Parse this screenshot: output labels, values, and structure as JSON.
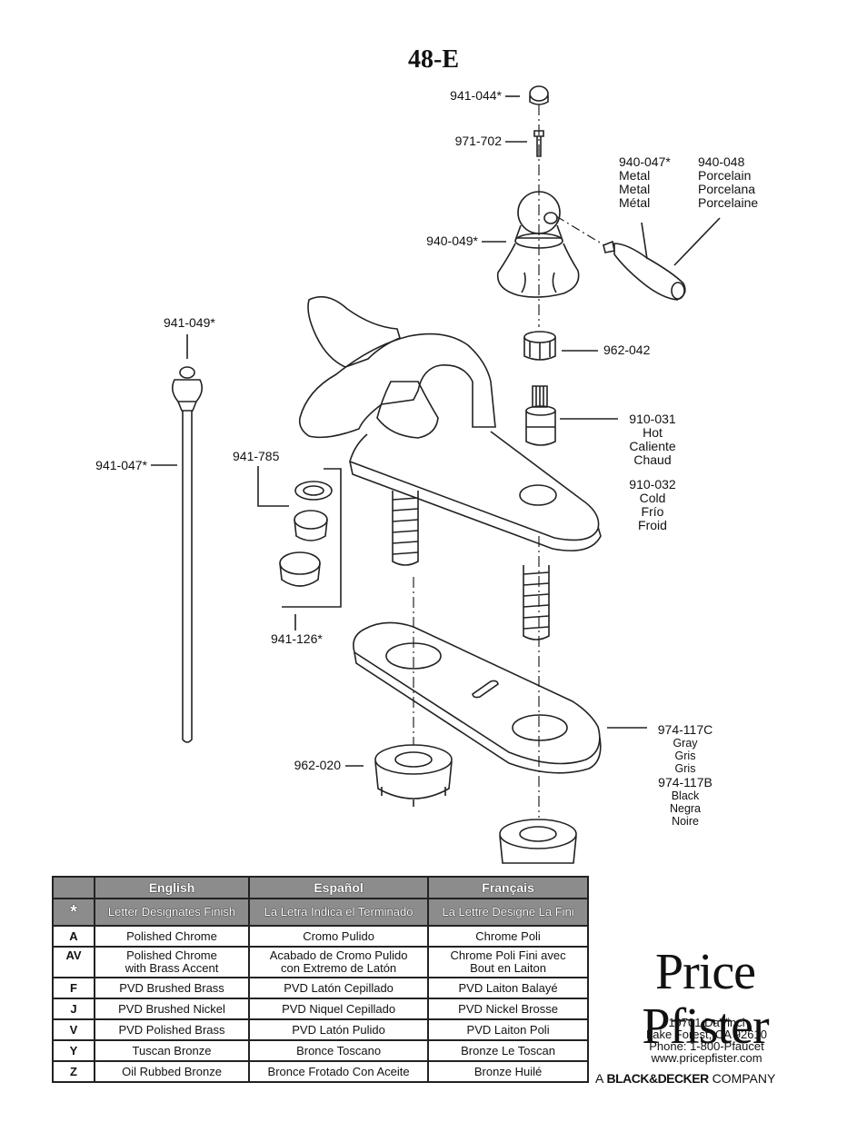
{
  "title": "48-E",
  "parts": {
    "p941_044": "941-044*",
    "p971_702": "971-702",
    "p940_049": "940-049*",
    "p940_047": {
      "code": "940-047*",
      "l1": "Metal",
      "l2": "Metal",
      "l3": "Métal"
    },
    "p940_048": {
      "code": "940-048",
      "l1": "Porcelain",
      "l2": "Porcelana",
      "l3": "Porcelaine"
    },
    "p962_042": "962-042",
    "p910_031": {
      "code": "910-031",
      "l1": "Hot",
      "l2": "Caliente",
      "l3": "Chaud"
    },
    "p910_032": {
      "code": "910-032",
      "l1": "Cold",
      "l2": "Frío",
      "l3": "Froid"
    },
    "p941_049": "941-049*",
    "p941_047": "941-047*",
    "p941_785": "941-785",
    "p941_126": "941-126*",
    "p962_020": "962-020",
    "p974_117C": {
      "code": "974-117C",
      "l1": "Gray",
      "l2": "Gris",
      "l3": "Gris"
    },
    "p974_117B": {
      "code": "974-117B",
      "l1": "Black",
      "l2": "Negra",
      "l3": "Noire"
    }
  },
  "table": {
    "headers": [
      "English",
      "Español",
      "Français"
    ],
    "star": {
      "code": "*",
      "cells": [
        "Letter Designates Finish",
        "La Letra Indica el Terminado",
        "La Lettre Designe La Fini"
      ]
    },
    "rows": [
      {
        "code": "A",
        "cells": [
          "Polished Chrome",
          "Cromo Pulido",
          "Chrome Poli"
        ]
      },
      {
        "code": "AV",
        "cells": [
          "Polished Chrome\nwith Brass Accent",
          "Acabado de Cromo Pulido\ncon Extremo de Latón",
          "Chrome Poli Fini avec\nBout en Laiton"
        ]
      },
      {
        "code": "F",
        "cells": [
          "PVD Brushed Brass",
          "PVD Latón Cepillado",
          "PVD Laiton Balayé"
        ]
      },
      {
        "code": "J",
        "cells": [
          "PVD Brushed Nickel",
          "PVD Niquel Cepillado",
          "PVD Nickel Brosse"
        ]
      },
      {
        "code": "V",
        "cells": [
          "PVD Polished Brass",
          "PVD Latón Pulido",
          "PVD Laiton Poli"
        ]
      },
      {
        "code": "Y",
        "cells": [
          "Tuscan Bronze",
          "Bronce Toscano",
          "Bronze Le Toscan"
        ]
      },
      {
        "code": "Z",
        "cells": [
          "Oil Rubbed Bronze",
          "Bronce Frotado Con Aceite",
          "Bronze Huilé"
        ]
      }
    ]
  },
  "brand": {
    "logo": "Price Pfister",
    "address": [
      "19701 DaVinci",
      "Lake Forest, CA 92610",
      "Phone: 1-800-Pfaucet",
      "www.pricepfister.com"
    ],
    "company_prefix": "A",
    "company_name": "BLACK&DECKER",
    "company_suffix": "COMPANY"
  }
}
